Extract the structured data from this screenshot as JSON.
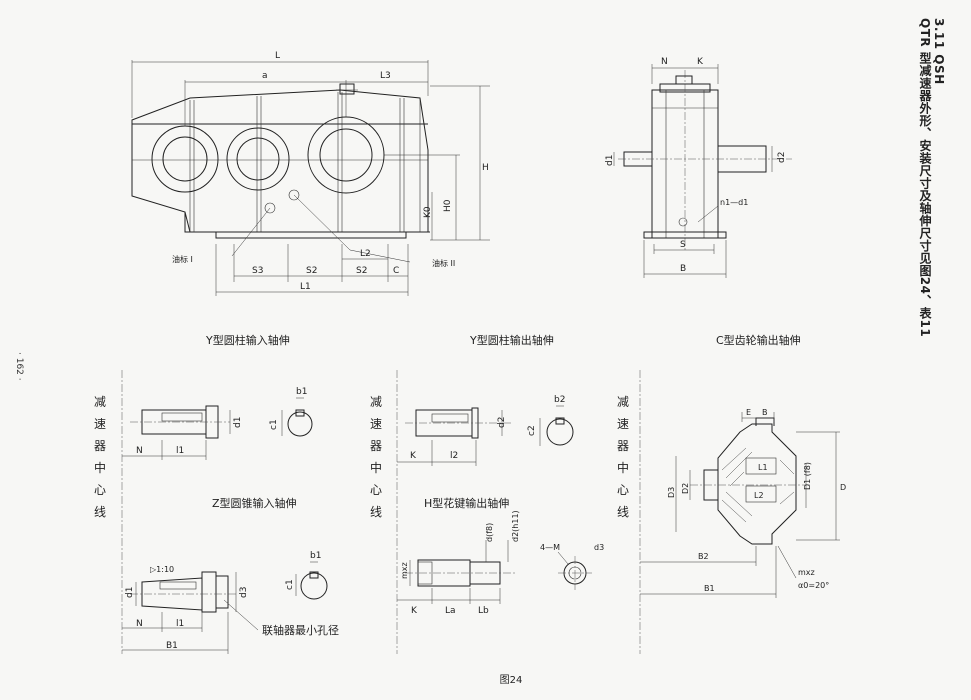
{
  "side_title": {
    "line1": "3.11 QSH",
    "line2": "QTR 型减速器外形、安装尺寸及轴伸尺寸见图24、表11"
  },
  "page_number": "· 162 ·",
  "figure_caption": "图24",
  "main_view": {
    "dims": {
      "L": "L",
      "a": "a",
      "L3": "L3",
      "H": "H",
      "H0": "H0",
      "K0": "K0",
      "S3": "S3",
      "S2a": "S2",
      "S2b": "S2",
      "C": "C",
      "L2": "L2",
      "L1": "L1"
    },
    "oil_mark_1": "油标 I",
    "oil_mark_2": "油标 II"
  },
  "side_view": {
    "dims": {
      "N": "N",
      "K": "K",
      "d1": "d1",
      "d2": "d2",
      "n1d1": "n1—d1",
      "S": "S",
      "B": "B"
    }
  },
  "sections": {
    "y_input": {
      "title": "Y型圆柱输入轴伸",
      "N": "N",
      "l1": "l1",
      "d1": "d1",
      "c1": "c1",
      "b1": "b1"
    },
    "y_output": {
      "title": "Y型圆柱输出轴伸",
      "K": "K",
      "l2": "l2",
      "d2": "d2",
      "c2": "c2",
      "b2": "b2"
    },
    "c_output": {
      "title": "C型齿轮输出轴伸",
      "E": "E",
      "B": "B",
      "L1": "L1",
      "L2": "L2",
      "D3": "D3",
      "D2": "D2",
      "D1": "D1 (f8)",
      "D": "D",
      "B2": "B2",
      "B1": "B1",
      "mxz": "mxz",
      "alpha": "α0=20°"
    },
    "z_input": {
      "title": "Z型圆锥输入轴伸",
      "taper": "▷1:10",
      "N": "N",
      "l1": "l1",
      "B1": "B1",
      "d1": "d1",
      "d3": "d3",
      "c1": "c1",
      "b1": "b1",
      "coupling_note": "联轴器最小孔径"
    },
    "h_output": {
      "title": "H型花键输出轴伸",
      "K": "K",
      "La": "La",
      "Lb": "Lb",
      "mxz": "mxz",
      "d_f8": "d(f8)",
      "d_h11": "d2(h11)",
      "n4M": "4—M",
      "d3": "d3"
    }
  },
  "center_line_label": [
    "减",
    "速",
    "器",
    "中",
    "心",
    "线"
  ]
}
